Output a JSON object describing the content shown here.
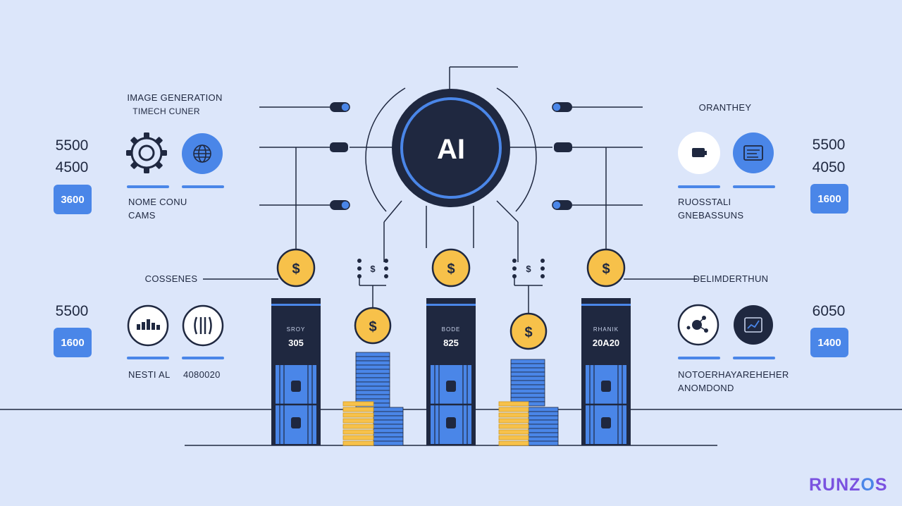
{
  "center": {
    "label": "AI"
  },
  "left_top": {
    "title_line1": "IMAGE GENERATION",
    "title_line2": "TIMECH CUNER",
    "numbers": [
      "5500",
      "4500"
    ],
    "badge": "3600",
    "caption_line1": "NOME CONU",
    "caption_line2": "CAMS"
  },
  "left_bottom": {
    "title": "COSSENES",
    "number": "5500",
    "badge": "1600",
    "caption_left": "NESTI AL",
    "caption_right": "4080020"
  },
  "right_top": {
    "title": "ORANTHEY",
    "numbers": [
      "5500",
      "4050"
    ],
    "badge": "1600",
    "caption_line1": "RUOSSTALI",
    "caption_line2": "GNEBASSUNS"
  },
  "right_bottom": {
    "title": "DELIMDERTHUN",
    "number": "6050",
    "badge": "1400",
    "caption_line1": "NOTOERHAYAREHEHER",
    "caption_line2": "ANOMDOND"
  },
  "servers": [
    {
      "header": "SROY",
      "value": "305"
    },
    {
      "header": "BODE",
      "value": "825"
    },
    {
      "header": "RHANIK",
      "value": "20A20"
    }
  ],
  "coins": {
    "symbol": "$"
  },
  "brand": {
    "part1": "RUNZ",
    "part2": "O",
    "part3": "S"
  },
  "colors": {
    "background": "#dce6fa",
    "dark": "#1f2840",
    "accent_blue": "#4a86e8",
    "coin_yellow": "#f7c14a",
    "brand_purple": "#7a52e0"
  }
}
